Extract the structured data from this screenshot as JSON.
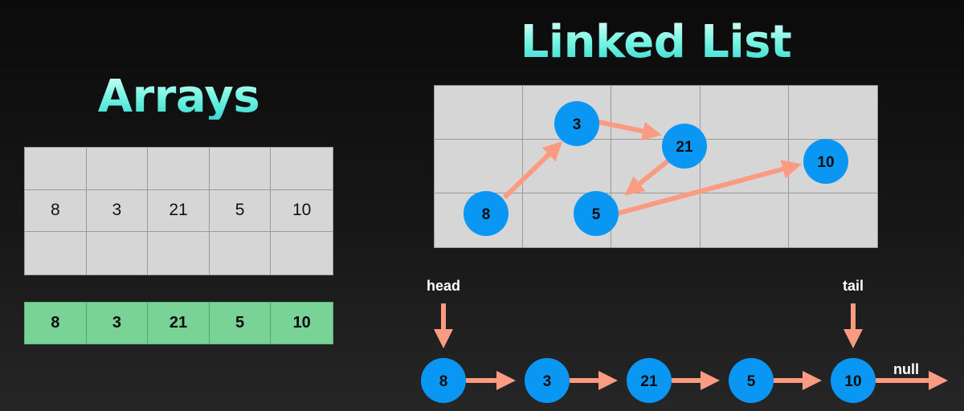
{
  "colors": {
    "title_gradient": [
      "#d8fff6",
      "#37d9d2"
    ],
    "grid_fill": "#d6d6d6",
    "array_strip_fill": "#7ad396",
    "node_fill": "#0a97f3",
    "arrow": "#fb9b82",
    "background": "#111111"
  },
  "arrays": {
    "title": "Arrays",
    "memory_values": [
      "8",
      "3",
      "21",
      "5",
      "10"
    ],
    "strip_values": [
      "8",
      "3",
      "21",
      "5",
      "10"
    ]
  },
  "linked_list": {
    "title": "Linked List",
    "scattered_nodes": [
      "3",
      "21",
      "10",
      "8",
      "5"
    ],
    "chain_values": [
      "8",
      "3",
      "21",
      "5",
      "10"
    ],
    "head_label": "head",
    "tail_label": "tail",
    "null_label": "null"
  }
}
